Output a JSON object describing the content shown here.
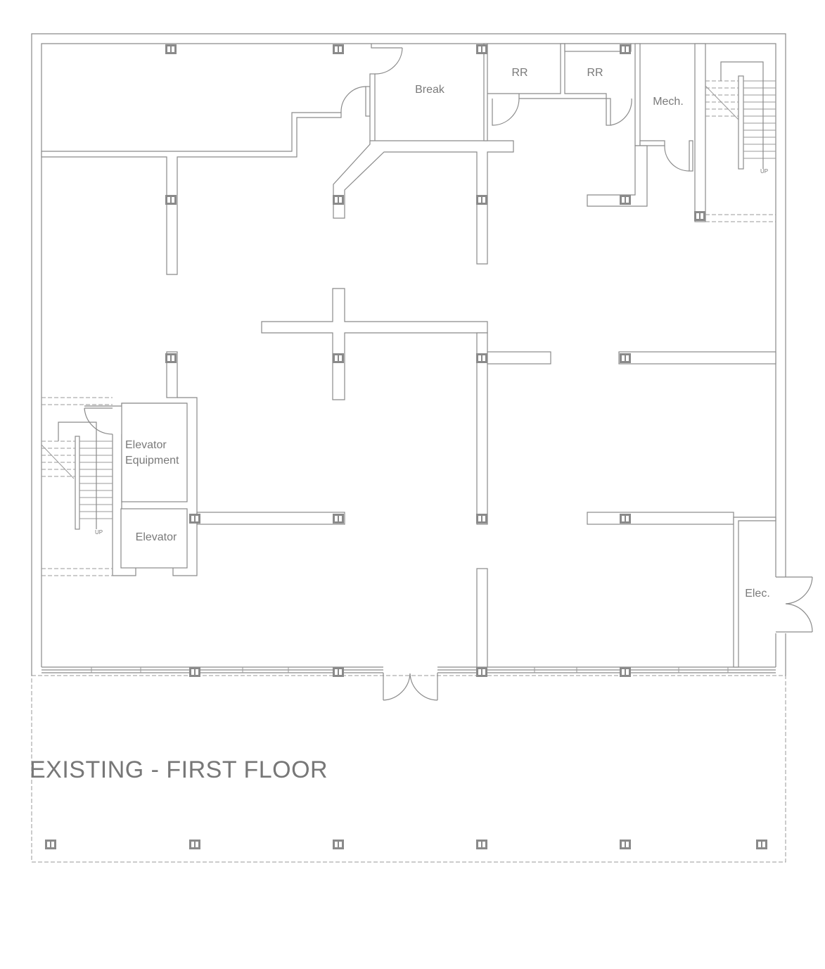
{
  "rooms": {
    "break": "Break",
    "rr1": "RR",
    "rr2": "RR",
    "mech": "Mech.",
    "elevator_equipment_line1": "Elevator",
    "elevator_equipment_line2": "Equipment",
    "elevator": "Elevator",
    "elec": "Elec."
  },
  "stairs": {
    "north_up": "UP",
    "west_up": "UP"
  },
  "title": "EXISTING - FIRST FLOOR",
  "colors": {
    "line": "#8a8a8a",
    "text": "#7a7a7a"
  }
}
